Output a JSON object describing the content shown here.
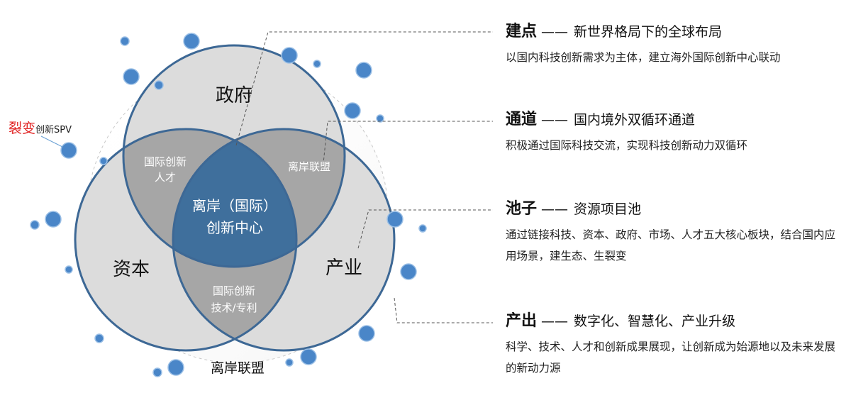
{
  "diagram": {
    "circle_labels": {
      "top": "政府",
      "left": "资本",
      "right": "产业"
    },
    "overlap_labels": {
      "top_left": [
        "国际创新",
        "人才"
      ],
      "top_right": "离岸联盟",
      "bottom": [
        "国际创新",
        "技术/专利"
      ]
    },
    "center": [
      "离岸（国际）",
      "创新中心"
    ],
    "outer_label": "离岸联盟",
    "spv": {
      "big": "裂变",
      "small": "创新SPV"
    },
    "colors": {
      "circle_fill": "#dcdcdc",
      "pair_overlap": "#a6a6a6",
      "center": "#3f6f9c",
      "stroke": "#3d6895",
      "bubble": "#4a86c8"
    }
  },
  "items": [
    {
      "key": "建点",
      "dash": "——",
      "title": "新世界格局下的全球布局",
      "desc": "以国内科技创新需求为主体，建立海外国际创新中心联动"
    },
    {
      "key": "通道",
      "dash": "——",
      "title": "国内境外双循环通道",
      "desc": "积极通过国际科技交流，实现科技创新动力双循环"
    },
    {
      "key": "池子",
      "dash": "——",
      "title": "资源项目池",
      "desc": "通过链接科技、资本、政府、市场、人才五大核心板块，结合国内应用场景，建生态、生裂变"
    },
    {
      "key": "产出",
      "dash": "——",
      "title": "数字化、智慧化、产业升级",
      "desc": "科学、技术、人才和创新成果展现，让创新成为始源地以及未来发展的新动力源"
    }
  ]
}
